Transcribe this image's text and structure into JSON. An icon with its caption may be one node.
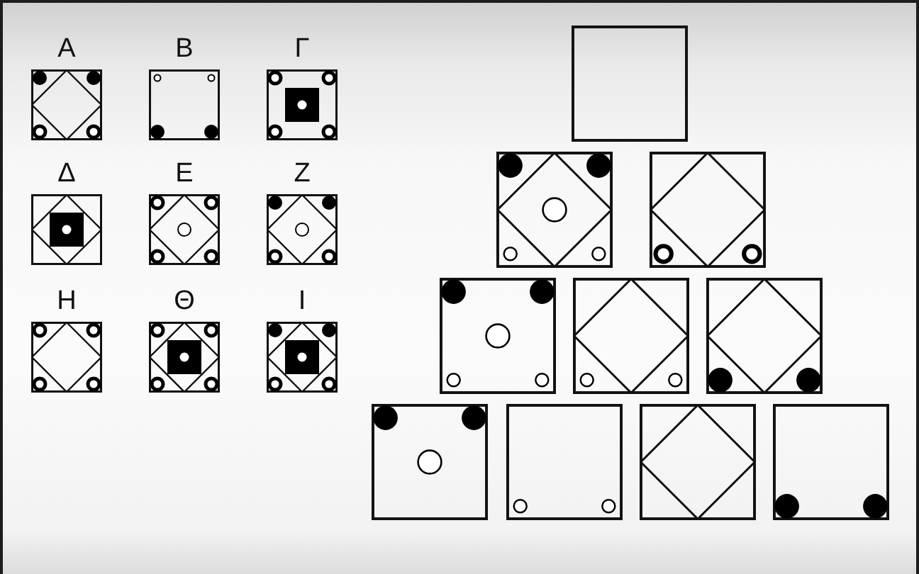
{
  "diagram": {
    "nodes": [
      {
        "text": [
          "Α"
        ]
      },
      {
        "text": [
          "Β"
        ]
      },
      {
        "text": [
          "Γ"
        ]
      },
      {
        "text": [
          "Δ"
        ]
      },
      {
        "text": [
          "Ε"
        ]
      },
      {
        "text": [
          "Ζ"
        ]
      },
      {
        "text": [
          "Η"
        ]
      },
      {
        "text": [
          "Θ"
        ]
      },
      {
        "text": [
          "Ι"
        ]
      },
      {
        "text": [],
        "shape": "box"
      },
      {
        "text": [],
        "shape": "picture"
      },
      {
        "text": [],
        "shape": "picture"
      },
      {
        "text": [],
        "shape": "picture"
      },
      {
        "text": [],
        "shape": "picture"
      },
      {
        "text": [],
        "shape": "picture"
      },
      {
        "text": [],
        "shape": "picture"
      },
      {
        "text": [],
        "shape": "picture"
      },
      {
        "text": [],
        "shape": "picture"
      },
      {
        "text": [],
        "shape": "picture"
      }
    ]
  }
}
